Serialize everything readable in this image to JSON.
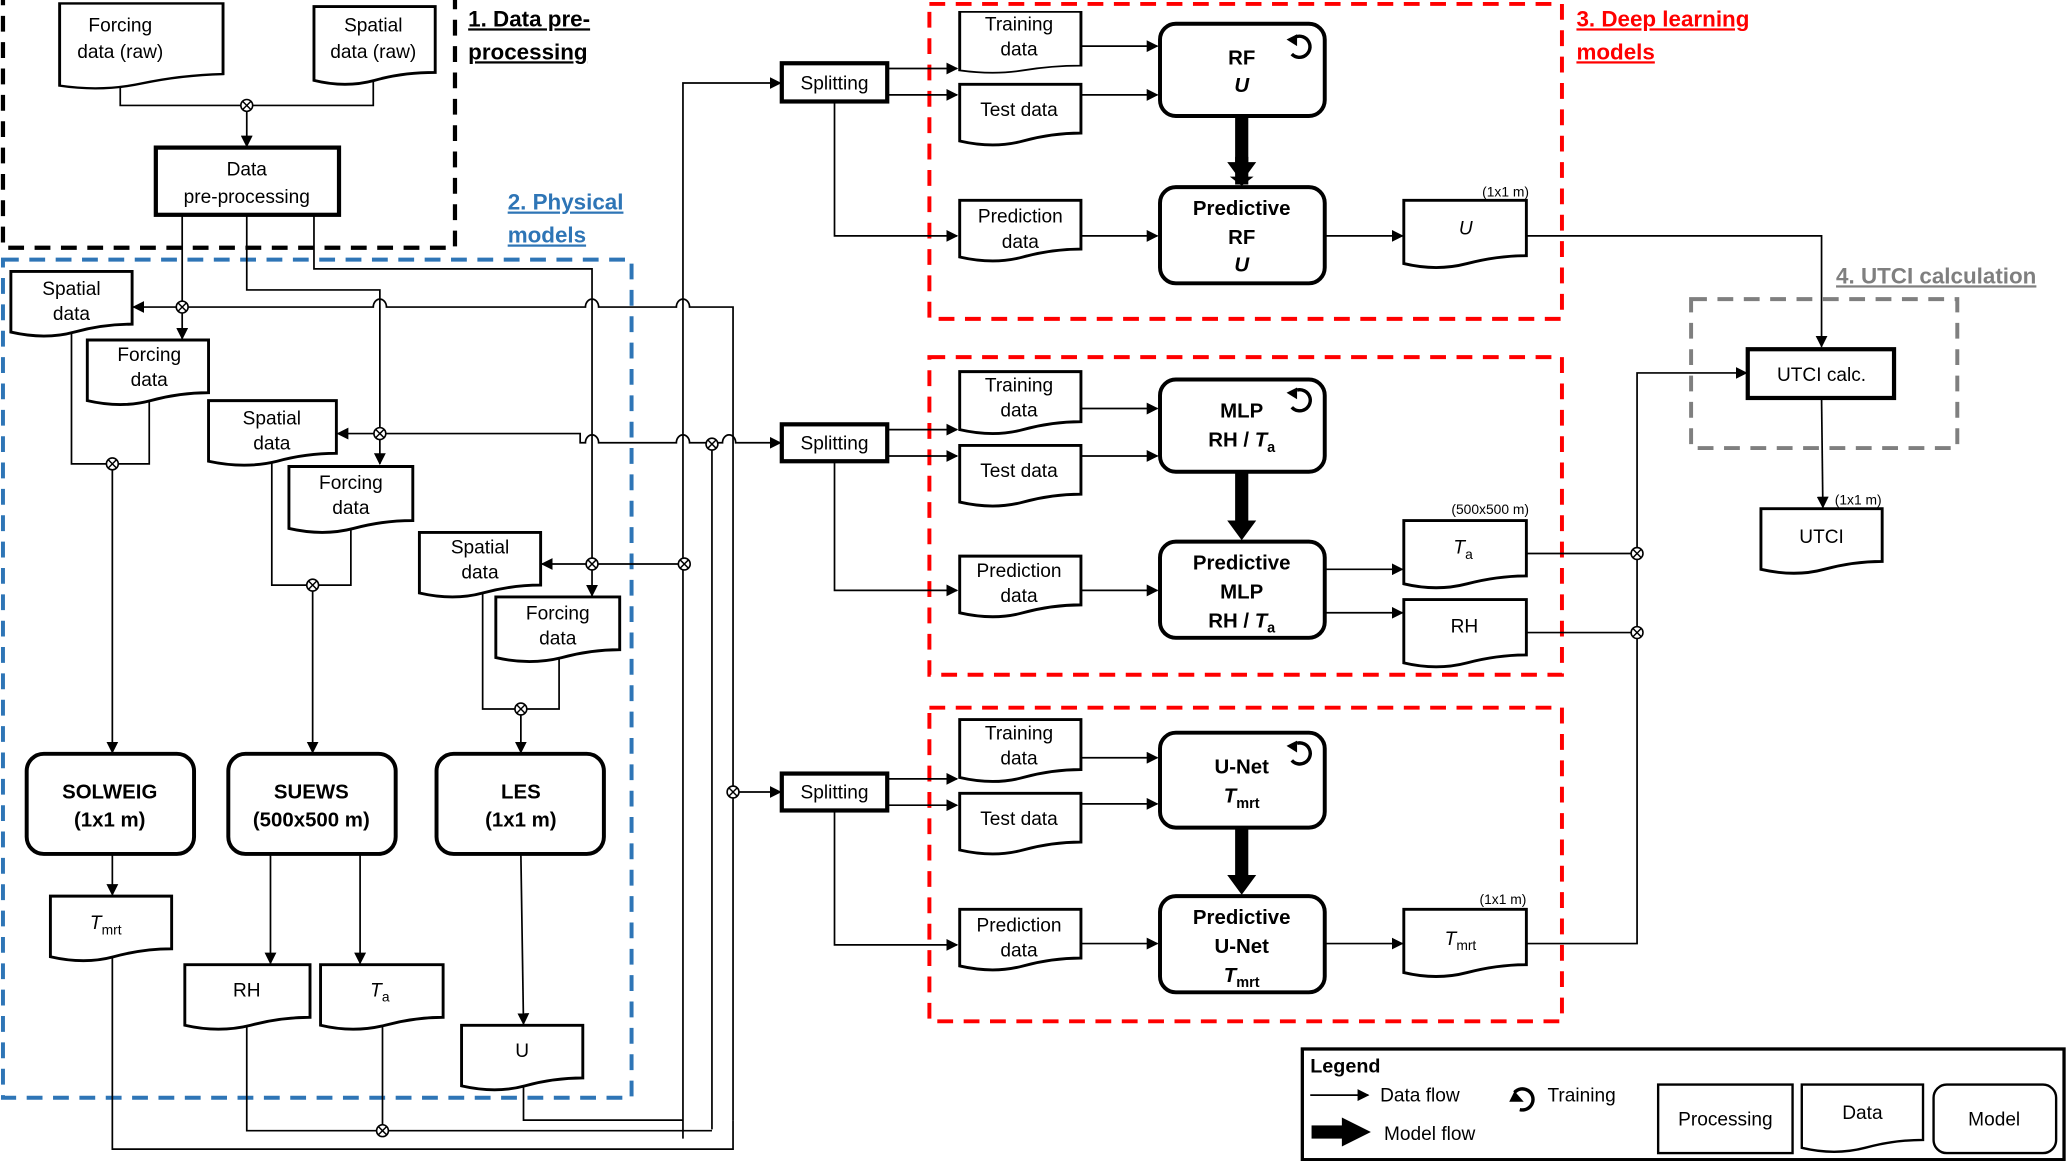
{
  "groups": {
    "preprocessing": {
      "line1": "1. Data pre-",
      "line2": "processing",
      "color": "#000000"
    },
    "physical": {
      "line1": "2. Physical",
      "line2": "models",
      "color": "#2e75b6"
    },
    "deep_learning": {
      "line1": "3. Deep learning",
      "line2": "models",
      "color": "#ff0000"
    },
    "utci": {
      "line1": "4. UTCI calculation",
      "color": "#7f7f7f"
    }
  },
  "preprocessing": {
    "forcing_raw": [
      "Forcing",
      "data (raw)"
    ],
    "spatial_raw": [
      "Spatial",
      "data (raw)"
    ],
    "process": [
      "Data",
      "pre-processing"
    ]
  },
  "physical": {
    "inputs": [
      {
        "spatial": [
          "Spatial",
          "data"
        ],
        "forcing": [
          "Forcing",
          "data"
        ]
      },
      {
        "spatial": [
          "Spatial",
          "data"
        ],
        "forcing": [
          "Forcing",
          "data"
        ]
      },
      {
        "spatial": [
          "Spatial",
          "data"
        ],
        "forcing": [
          "Forcing",
          "data"
        ]
      }
    ],
    "models": [
      {
        "name": "SOLWEIG",
        "res": "(1x1 m)"
      },
      {
        "name": "SUEWS",
        "res": "(500x500 m)"
      },
      {
        "name": "LES",
        "res": "(1x1 m)"
      }
    ],
    "outputs": {
      "tmrt": {
        "main": "T",
        "sub": "mrt"
      },
      "rh": "RH",
      "ta": {
        "main": "T",
        "sub": "a"
      },
      "u": "U"
    }
  },
  "deep_learning": {
    "splitting_label": "Splitting",
    "training": [
      "Training",
      "data"
    ],
    "test": "Test data",
    "prediction": [
      "Prediction",
      "data"
    ],
    "predictive_label": "Predictive",
    "rf": {
      "name": "RF",
      "var": "U",
      "out_res": "(1x1 m)",
      "out": "U"
    },
    "mlp": {
      "name": "MLP",
      "var_a": "RH / ",
      "var_b": "T",
      "var_sub": "a",
      "out_res": "(500x500 m)",
      "out_ta": "T",
      "out_ta_sub": "a",
      "out_rh": "RH"
    },
    "unet": {
      "name": "U-Net",
      "var": "T",
      "var_sub": "mrt",
      "out_res": "(1x1 m)",
      "out": "T",
      "out_sub": "mrt"
    }
  },
  "utci": {
    "calc": "UTCI calc.",
    "out_res": "(1x1 m)",
    "out": "UTCI"
  },
  "legend": {
    "title": "Legend",
    "data_flow": "Data flow",
    "model_flow": "Model flow",
    "training": "Training",
    "processing": "Processing",
    "data": "Data",
    "model": "Model"
  }
}
